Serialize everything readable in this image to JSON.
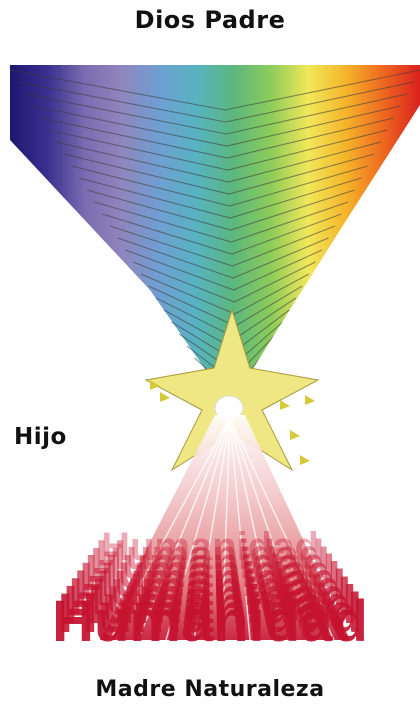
{
  "labels": {
    "top": "Dios Padre",
    "left": "Hijo",
    "bottom": "Madre Naturaleza",
    "humanity": "Humanidad"
  },
  "colors": {
    "spectrum": [
      "#1d1770",
      "#3a2f8e",
      "#7a6cb0",
      "#8f86be",
      "#6f9fd2",
      "#57b3c0",
      "#5cb77c",
      "#8ccc5a",
      "#f0e85a",
      "#f5b52a",
      "#ee6a20",
      "#d9201e"
    ],
    "star": "#eee784",
    "humanity": "#c4122f",
    "glow": "#ffffff"
  }
}
